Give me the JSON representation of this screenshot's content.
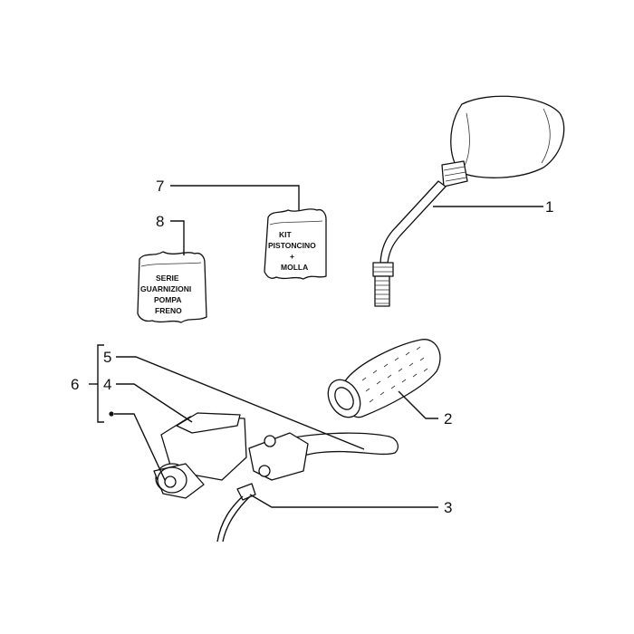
{
  "callouts": {
    "c1": "1",
    "c2": "2",
    "c3": "3",
    "c4": "4",
    "c5": "5",
    "c6": "6",
    "c7": "7",
    "c8": "8"
  },
  "bag_kit": {
    "line1": "KIT",
    "line2": "PISTONCINO",
    "line3": "+",
    "line4": "MOLLA"
  },
  "bag_seals": {
    "line1": "SERIE",
    "line2": "GUARNIZIONI",
    "line3": "POMPA",
    "line4": "FRENO"
  }
}
